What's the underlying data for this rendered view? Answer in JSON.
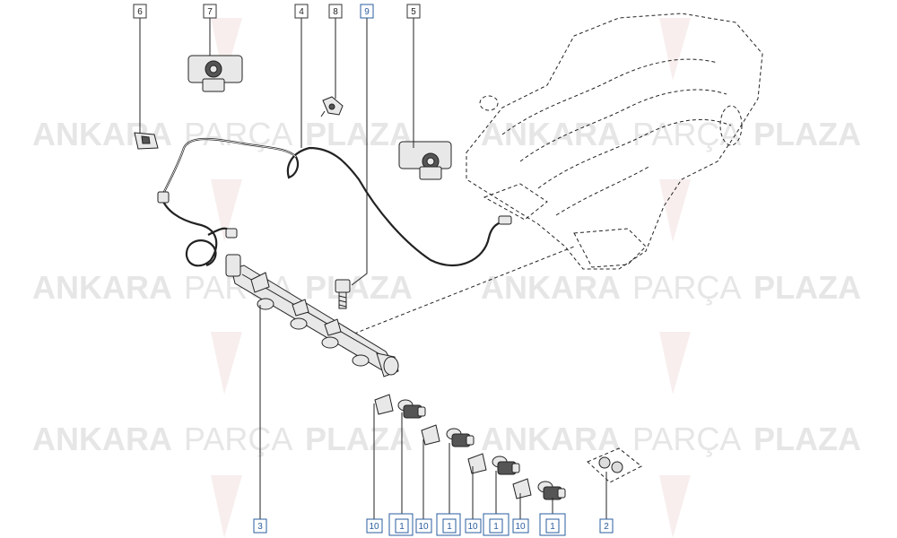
{
  "watermark": {
    "word1": "ANKARA",
    "word2": "PARÇA",
    "word3": "PLAZA"
  },
  "callouts": {
    "c6": "6",
    "c7": "7",
    "c4": "4",
    "c8": "8",
    "c9": "9",
    "c5": "5",
    "c3": "3",
    "c10a": "10",
    "c1a": "1",
    "c10b": "10",
    "c1b": "1",
    "c10c": "10",
    "c1c": "1",
    "c10d": "10",
    "c1d": "1",
    "c2": "2"
  },
  "colors": {
    "highlight": "#dd1111",
    "blue_label": "#2a5d9f",
    "watermark": "#e6e6e6"
  }
}
